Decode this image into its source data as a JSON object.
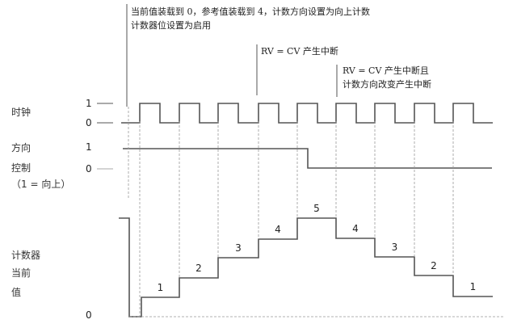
{
  "annotations": {
    "top_line1": "当前值装载到 0，参考值装载到 4，计数方向设置为向上计数",
    "top_line2": "计数器位设置为启用",
    "rv_cv": "RV = CV 产生中断",
    "rv_cv_dir_line1": "RV = CV 产生中断且",
    "rv_cv_dir_line2": "计数方向改变产生中断"
  },
  "signals": {
    "clock": {
      "label": "时钟",
      "high": "1",
      "low": "0"
    },
    "direction": {
      "label_line1": "方向",
      "label_line2": "控制",
      "note": "（1 = 向上）",
      "high": "1",
      "low": "0"
    },
    "counter": {
      "label_line1": "计数器",
      "label_line2": "当前",
      "label_line3": "值",
      "zero": "0"
    }
  },
  "counter_values": [
    "1",
    "2",
    "3",
    "4",
    "5",
    "4",
    "3",
    "2",
    "1"
  ]
}
